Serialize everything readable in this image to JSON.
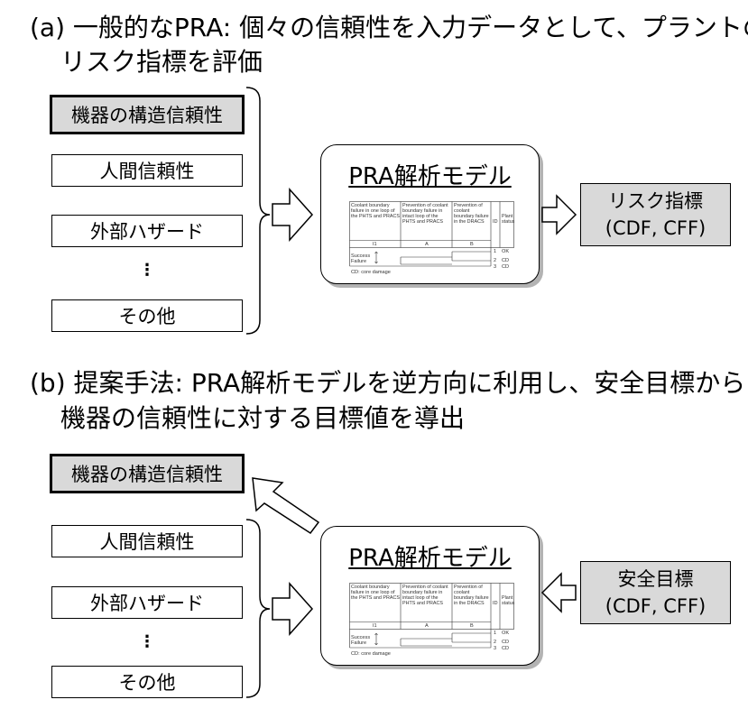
{
  "section_a": {
    "heading_line1": "(a) 一般的なPRA: 個々の信頼性を入力データとして、プラントの",
    "heading_line2": "リスク指標を評価",
    "inputs": [
      "機器の構造信頼性",
      "人間信頼性",
      "外部ハザード",
      "⋮",
      "その他"
    ],
    "model_title": "PRA解析モデル",
    "output_line1": "リスク指標",
    "output_line2": "(CDF, CFF)"
  },
  "section_b": {
    "heading_line1": "(b) 提案手法: PRA解析モデルを逆方向に利用し、安全目標から",
    "heading_line2": "機器の信頼性に対する目標値を導出",
    "target_output": "機器の構造信頼性",
    "inputs": [
      "人間信頼性",
      "外部ハザード",
      "⋮",
      "その他"
    ],
    "model_title": "PRA解析モデル",
    "goal_line1": "安全目標",
    "goal_line2": "(CDF, CFF)"
  },
  "event_tree": {
    "headers": [
      "Coolant boundary failure in one loop of the PHTS and PRACS",
      "Prevention of coolant boundary failure in intact loop of the PHTS and PRACS",
      "Prevention of coolant boundary failure in the DRACS",
      "ID",
      "Plant status"
    ],
    "header_codes": [
      "I1",
      "A",
      "B"
    ],
    "branch_labels": [
      "Success",
      "Failure"
    ],
    "ids": [
      "1",
      "2",
      "3"
    ],
    "statuses": [
      "OK",
      "CD",
      "CD"
    ],
    "note": "CD: core damage"
  }
}
